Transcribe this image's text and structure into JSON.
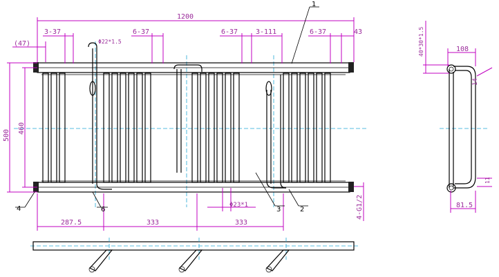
{
  "front_view": {
    "dims": {
      "overall_width": "1200",
      "left_offset": "(47)",
      "spacing_1": "3-37",
      "spacing_2": "6-37",
      "spacing_3": "6-37",
      "spacing_4": "3-111",
      "spacing_5": "6-37",
      "right_offset": "43",
      "top_tube_dia": "Φ22*1.5",
      "overall_height": "500",
      "inner_height": "460",
      "bar_dia": "Φ23*1",
      "bottom_left": "287.5",
      "bottom_mid": "333",
      "bottom_right": "333",
      "outlet_thread": "4-G1/2"
    },
    "callouts": [
      "1",
      "2",
      "3",
      "4",
      "6"
    ]
  },
  "side_view": {
    "dims": {
      "tube_section": "40*30*1.5",
      "depth": "108",
      "top_offset": "14",
      "bottom_offset": "11",
      "bottom_depth": "81.5"
    }
  }
}
